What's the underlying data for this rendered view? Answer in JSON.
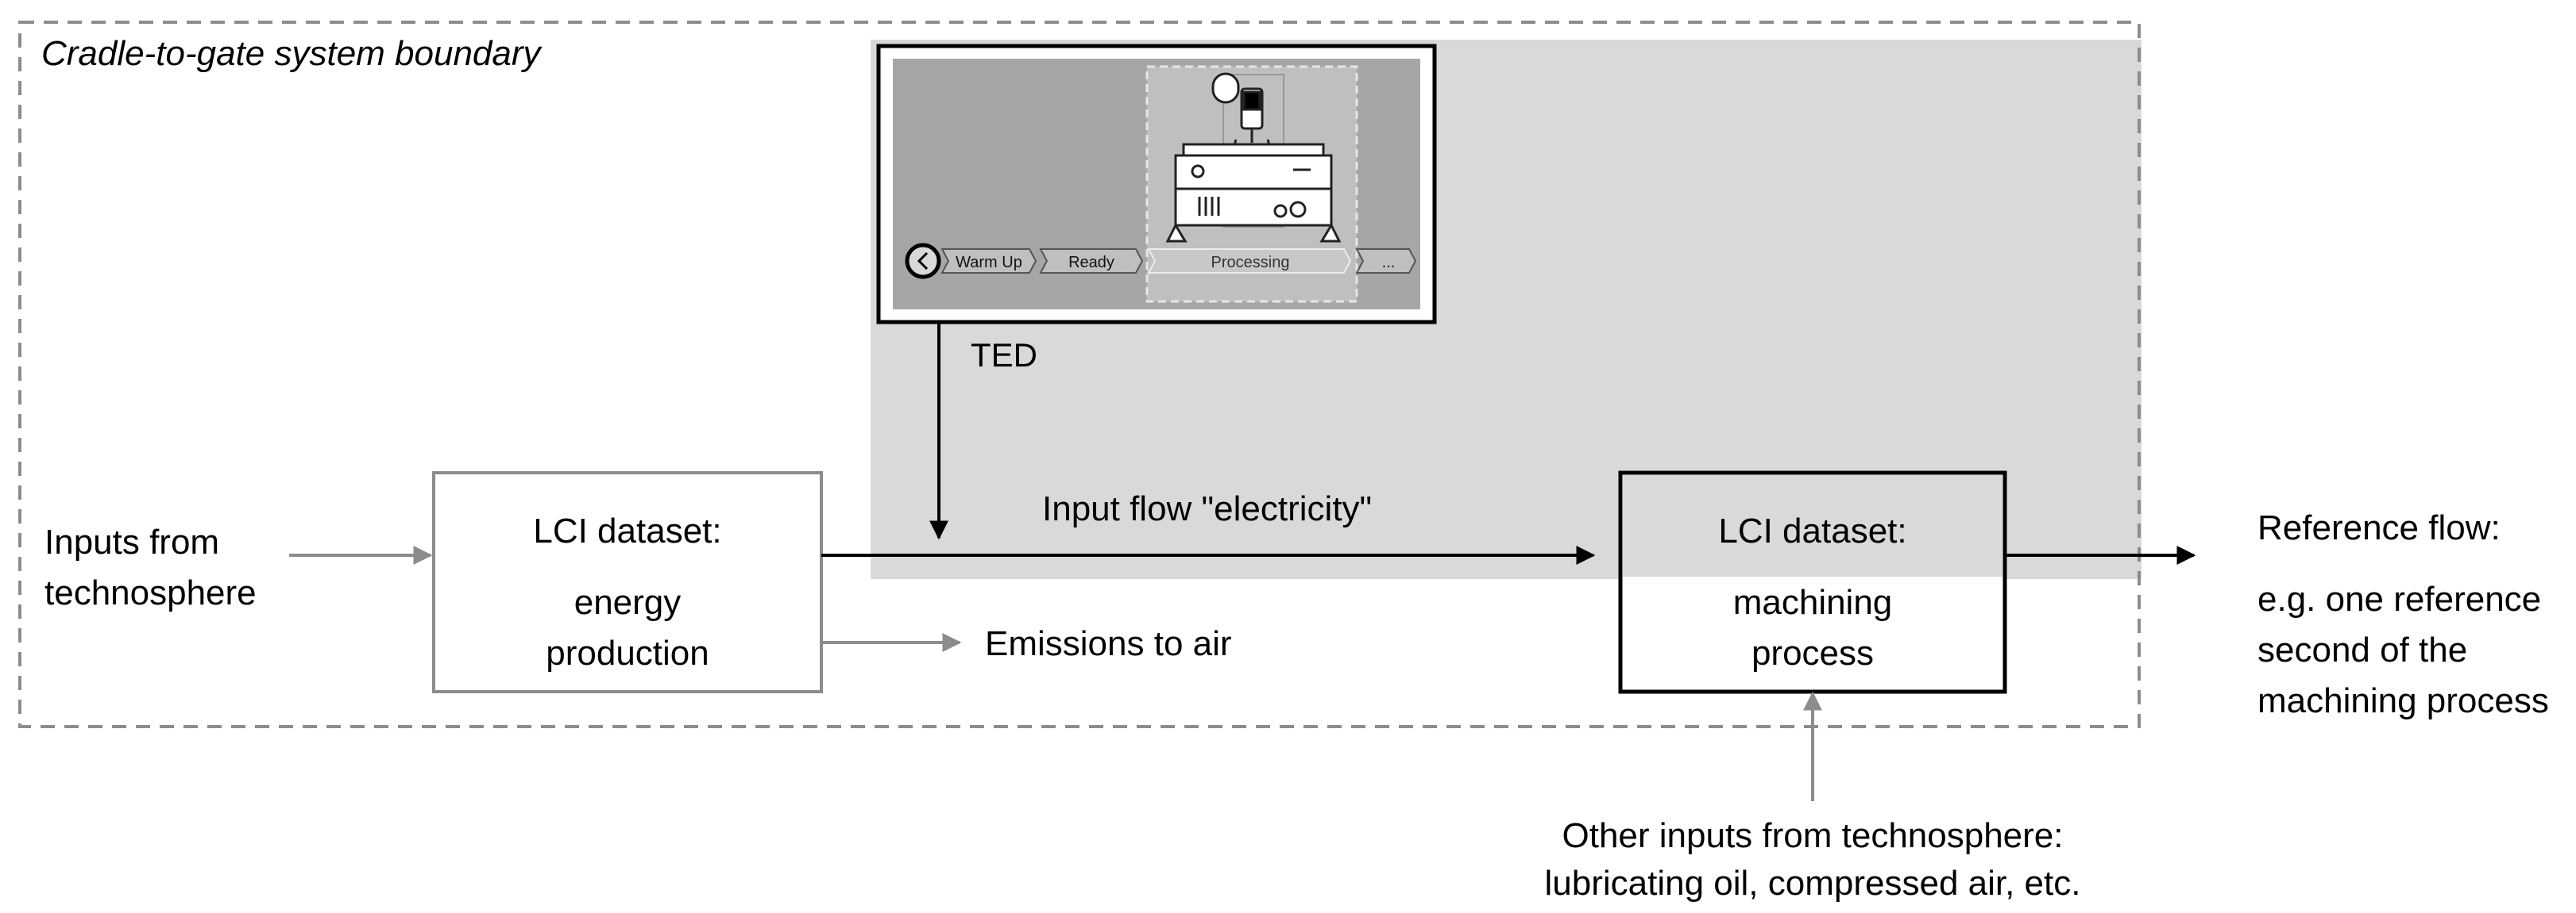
{
  "boundary": {
    "label": "Cradle-to-gate system boundary"
  },
  "ted": {
    "label": "TED",
    "screen": {
      "states": [
        "Warm Up",
        "Ready",
        "Processing",
        "..."
      ]
    }
  },
  "inputs_left": {
    "lines": [
      "Inputs from",
      "technosphere"
    ]
  },
  "energy_box": {
    "title": "LCI dataset:",
    "lines": [
      "energy",
      "production"
    ]
  },
  "machining_box": {
    "title": "LCI dataset:",
    "lines": [
      "machining",
      "process"
    ]
  },
  "electricity_flow": {
    "label": "Input flow \"electricity\""
  },
  "emissions": {
    "label": "Emissions to air"
  },
  "reference": {
    "lines": [
      "Reference flow:",
      "e.g. one reference",
      "second of the",
      "machining process"
    ]
  },
  "other_inputs": {
    "lines": [
      "Other inputs from technosphere:",
      "lubricating oil, compressed air, etc."
    ]
  },
  "colors": {
    "line": "#000000",
    "gray_line": "#8c8c8c",
    "shade": "#d9d9d9",
    "dashed": "#8c8c8c"
  }
}
